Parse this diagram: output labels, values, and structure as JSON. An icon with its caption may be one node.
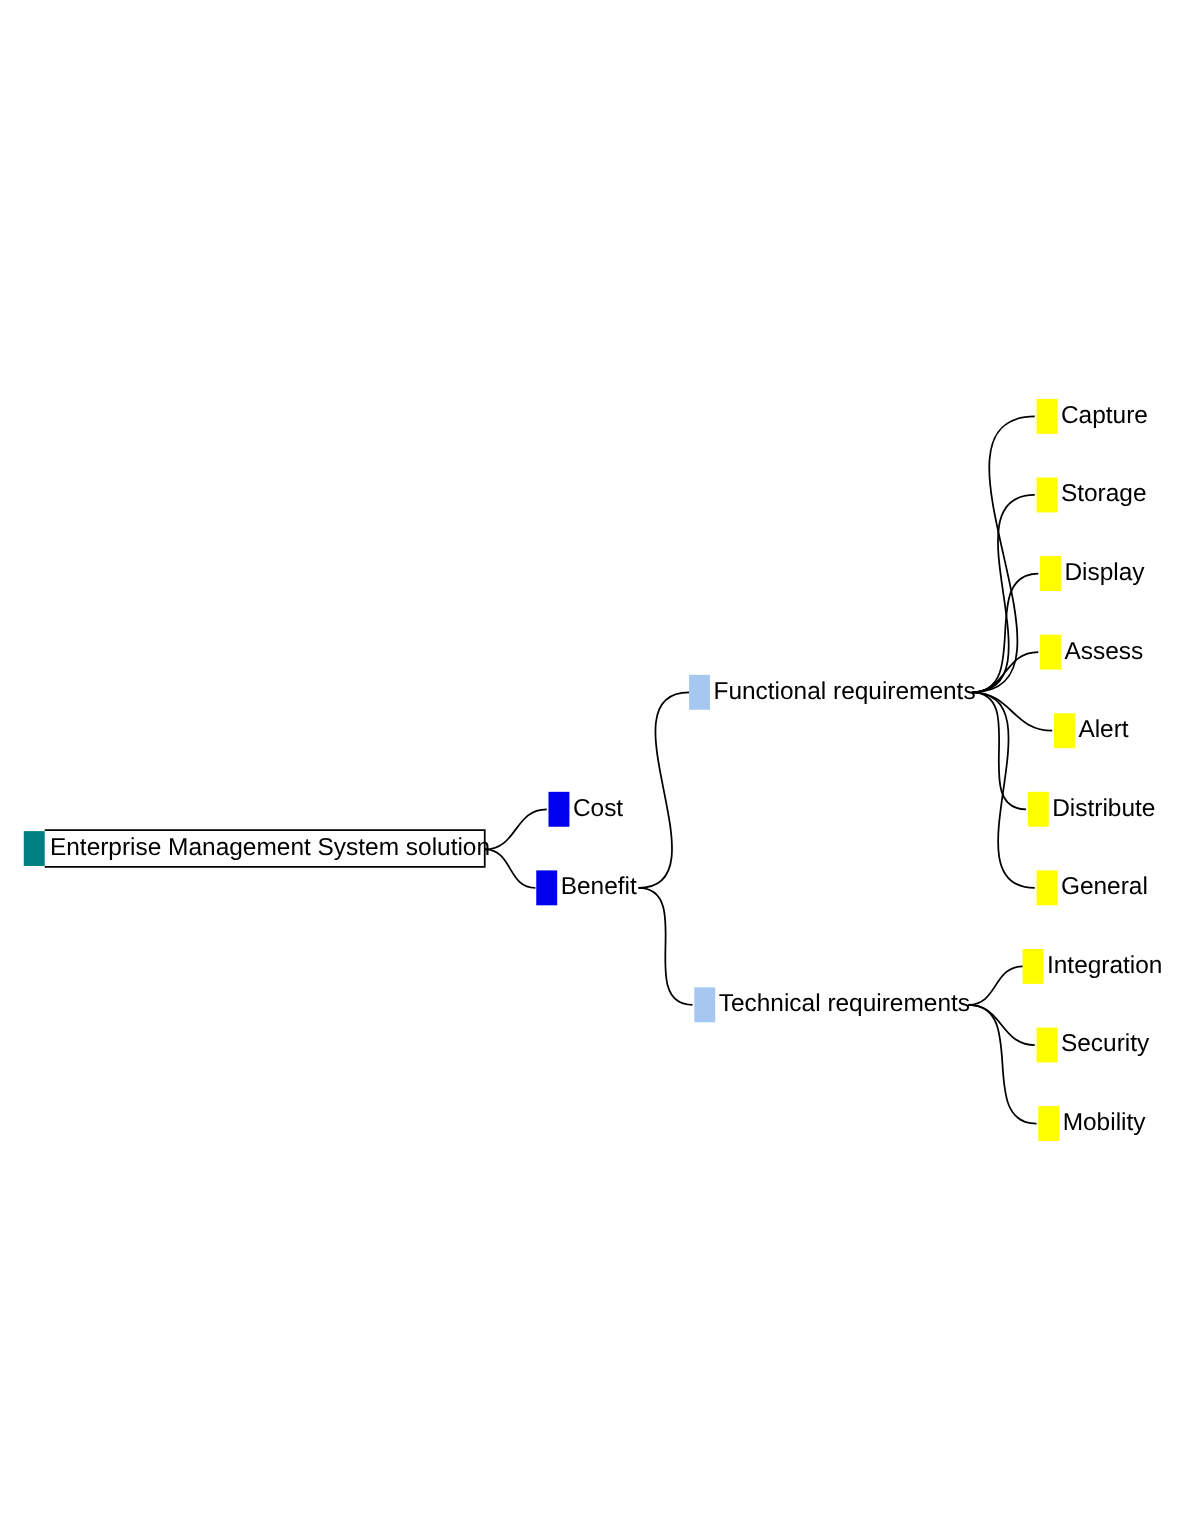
{
  "diagram": {
    "nodes": [
      {
        "text": [
          "Enterprise Management System solution"
        ]
      },
      {
        "text": [
          "Cost"
        ]
      },
      {
        "text": [
          "Benefit"
        ]
      },
      {
        "text": [
          "Functional requirements"
        ]
      },
      {
        "text": [
          "Capture"
        ]
      },
      {
        "text": [
          "Storage"
        ]
      },
      {
        "text": [
          "Display"
        ]
      },
      {
        "text": [
          "Assess"
        ]
      },
      {
        "text": [
          "Alert"
        ]
      },
      {
        "text": [
          "Distribute"
        ]
      },
      {
        "text": [
          "General"
        ]
      },
      {
        "text": [
          "Technical requirements"
        ]
      },
      {
        "text": [
          "Integration"
        ]
      },
      {
        "text": [
          "Security"
        ]
      },
      {
        "text": [
          "Mobility"
        ]
      }
    ],
    "edges": [
      {
        "from": 0,
        "to": 1,
        "arrow": "none"
      },
      {
        "from": 0,
        "to": 2,
        "arrow": "none"
      },
      {
        "from": 2,
        "to": 3,
        "arrow": "none"
      },
      {
        "from": 2,
        "to": 11,
        "arrow": "none"
      },
      {
        "from": 3,
        "to": 4,
        "arrow": "none"
      },
      {
        "from": 3,
        "to": 5,
        "arrow": "none"
      },
      {
        "from": 3,
        "to": 6,
        "arrow": "none"
      },
      {
        "from": 3,
        "to": 7,
        "arrow": "none"
      },
      {
        "from": 3,
        "to": 8,
        "arrow": "none"
      },
      {
        "from": 3,
        "to": 9,
        "arrow": "none"
      },
      {
        "from": 3,
        "to": 10,
        "arrow": "none"
      },
      {
        "from": 11,
        "to": 12,
        "arrow": "none"
      },
      {
        "from": 11,
        "to": 13,
        "arrow": "none"
      },
      {
        "from": 11,
        "to": 14,
        "arrow": "none"
      }
    ]
  }
}
